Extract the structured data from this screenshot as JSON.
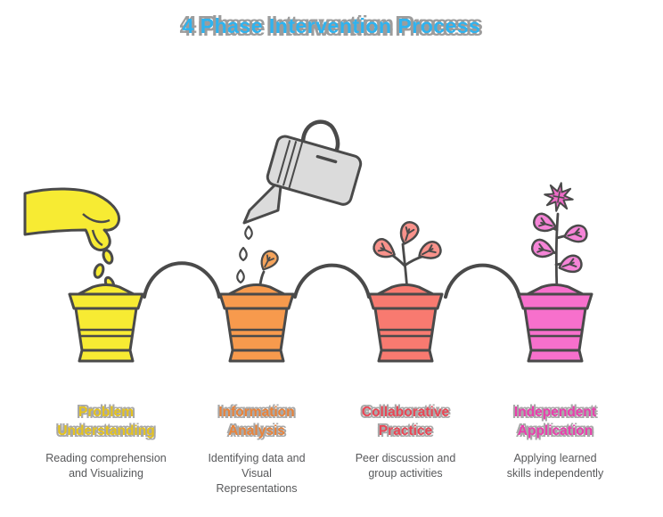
{
  "title": {
    "text": "4 Phase Intervention Process",
    "color": "#2FB3EF",
    "shadow_color": "#9C9C9C"
  },
  "colors": {
    "background": "#FFFFFF",
    "outline": "#4A4A4A",
    "connector_line": "#4A4A4A",
    "description_text": "#58595B",
    "watering_can": "#DBDBDB",
    "water_drop": "#FFFFFF"
  },
  "icons": [
    "hand-planting-seeds-icon",
    "seed-icon",
    "flower-pot-icon",
    "watering-can-icon",
    "water-drop-icon",
    "sprout-icon",
    "young-plant-icon",
    "blooming-flower-icon",
    "arc-connector"
  ],
  "phases": [
    {
      "title": "Problem\nUnderstanding",
      "description": "Reading comprehension\nand Visualizing",
      "label_color": "#E5C31F",
      "pot_color": "#F7EB33",
      "stage_icon": "hand-planting-seeds-icon"
    },
    {
      "title": "Information\nAnalysis",
      "description": "Identifying data and\nVisual\nRepresentations",
      "label_color": "#E8833B",
      "pot_color": "#F79A4D",
      "leaf_color": "#F5A45C",
      "stage_icon": "watering-can-icon"
    },
    {
      "title": "Collaborative\nPractice",
      "description": "Peer discussion and\ngroup activities",
      "label_color": "#E94756",
      "pot_color": "#F87A70",
      "leaf_color": "#F9928B",
      "stage_icon": "young-plant-icon"
    },
    {
      "title": "Independent\nApplication",
      "description": "Applying learned\nskills independently",
      "label_color": "#E93FAD",
      "pot_color": "#F770CC",
      "leaf_color": "#F584D7",
      "flower_color": "#F06BC8",
      "stage_icon": "blooming-flower-icon"
    }
  ]
}
